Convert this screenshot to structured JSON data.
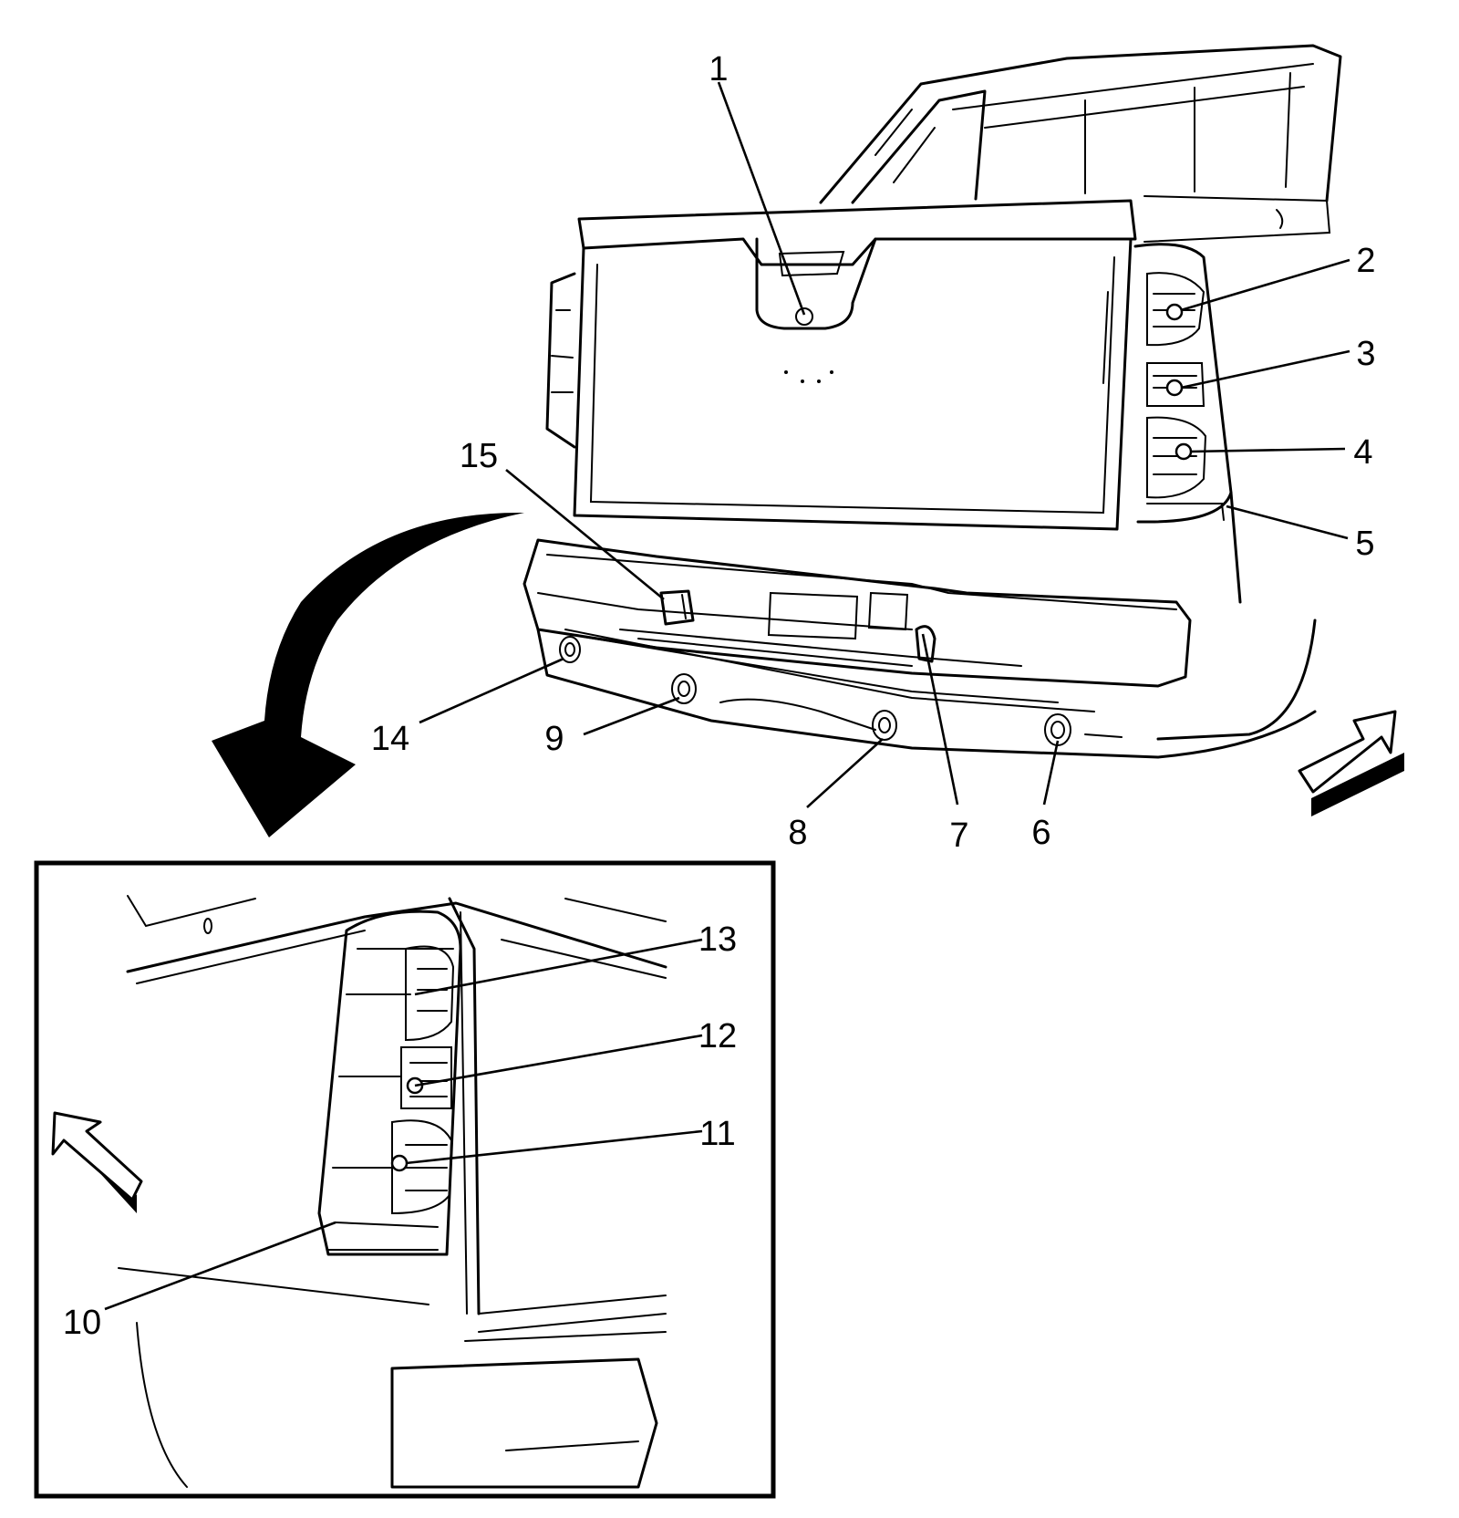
{
  "callouts": [
    {
      "id": "1",
      "label": "1"
    },
    {
      "id": "2",
      "label": "2"
    },
    {
      "id": "3",
      "label": "3"
    },
    {
      "id": "4",
      "label": "4"
    },
    {
      "id": "5",
      "label": "5"
    },
    {
      "id": "6",
      "label": "6"
    },
    {
      "id": "7",
      "label": "7"
    },
    {
      "id": "8",
      "label": "8"
    },
    {
      "id": "9",
      "label": "9"
    },
    {
      "id": "10",
      "label": "10"
    },
    {
      "id": "11",
      "label": "11"
    },
    {
      "id": "12",
      "label": "12"
    },
    {
      "id": "13",
      "label": "13"
    },
    {
      "id": "14",
      "label": "14"
    },
    {
      "id": "15",
      "label": "15"
    }
  ],
  "colors": {
    "line": "#000000",
    "background": "#ffffff"
  },
  "icons": {
    "detail_arrow": "curved-arrow-icon",
    "forward_arrow_main": "direction-arrow-icon",
    "forward_arrow_inset": "direction-arrow-icon"
  }
}
